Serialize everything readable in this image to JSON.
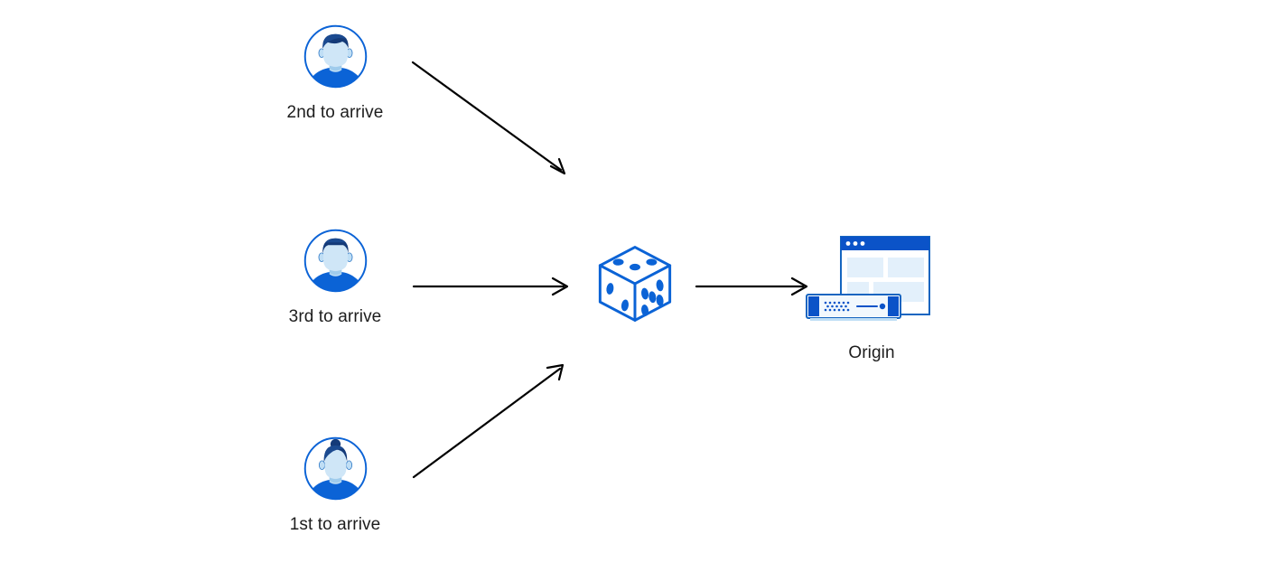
{
  "diagram": {
    "background_color": "#ffffff",
    "accent_blue": "#0B63D6",
    "deep_blue": "#0A2E6E",
    "light_blue": "#BFDEF5",
    "pale_blue": "#E3F0FB",
    "line_color": "#000000",
    "text_color": "#1d1d1d",
    "nodes": {
      "client_2nd": {
        "label": "2nd to arrive",
        "icon": "user-avatar-icon"
      },
      "client_3rd": {
        "label": "3rd to arrive",
        "icon": "user-avatar-icon"
      },
      "client_1st": {
        "label": "1st to arrive",
        "icon": "user-avatar-icon"
      },
      "randomizer": {
        "label": "",
        "icon": "dice-icon"
      },
      "origin": {
        "label": "Origin",
        "icon": "origin-server-icon"
      }
    },
    "connections": [
      {
        "name": "arrow-2nd-to-dice",
        "from": "client_2nd",
        "to": "randomizer",
        "direction": "down-right"
      },
      {
        "name": "arrow-3rd-to-dice",
        "from": "client_3rd",
        "to": "randomizer",
        "direction": "right"
      },
      {
        "name": "arrow-1st-to-dice",
        "from": "client_1st",
        "to": "randomizer",
        "direction": "up-right"
      },
      {
        "name": "arrow-dice-to-origin",
        "from": "randomizer",
        "to": "origin",
        "direction": "right"
      }
    ]
  }
}
